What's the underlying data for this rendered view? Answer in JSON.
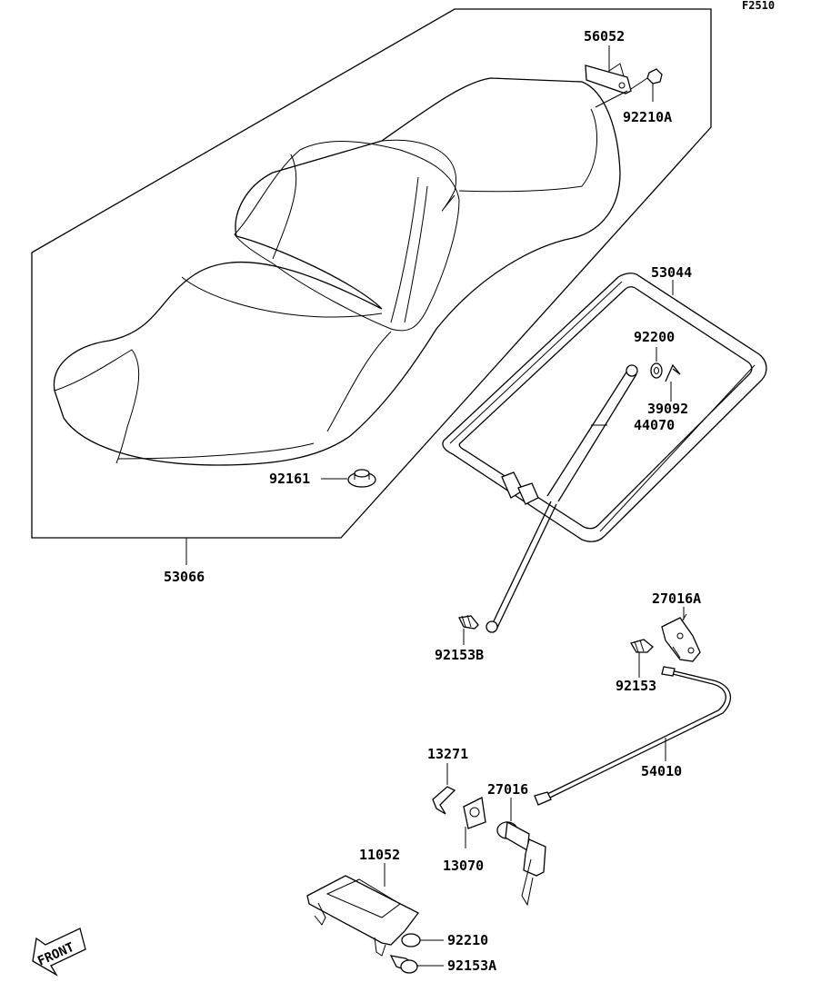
{
  "figure_code": "F2510",
  "front_label": "FRONT",
  "parts": [
    {
      "id": "p56052",
      "number": "56052"
    },
    {
      "id": "p92210A",
      "number": "92210A"
    },
    {
      "id": "p53044",
      "number": "53044"
    },
    {
      "id": "p92200",
      "number": "92200"
    },
    {
      "id": "p39092",
      "number": "39092"
    },
    {
      "id": "p44070",
      "number": "44070"
    },
    {
      "id": "p92161",
      "number": "92161"
    },
    {
      "id": "p53066",
      "number": "53066"
    },
    {
      "id": "p27016A",
      "number": "27016A"
    },
    {
      "id": "p92153B",
      "number": "92153B"
    },
    {
      "id": "p92153",
      "number": "92153"
    },
    {
      "id": "p13271",
      "number": "13271"
    },
    {
      "id": "p54010",
      "number": "54010"
    },
    {
      "id": "p27016",
      "number": "27016"
    },
    {
      "id": "p13070",
      "number": "13070"
    },
    {
      "id": "p11052",
      "number": "11052"
    },
    {
      "id": "p92210",
      "number": "92210"
    },
    {
      "id": "p92153A",
      "number": "92153A"
    }
  ]
}
